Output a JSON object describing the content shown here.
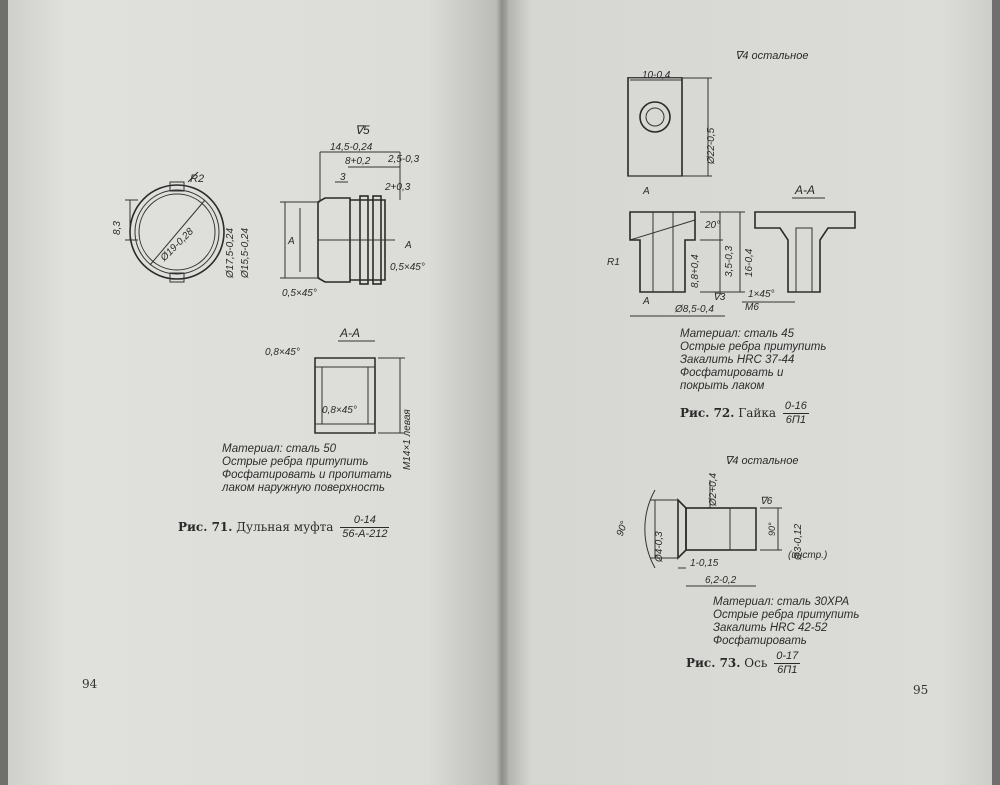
{
  "left_page": {
    "page_number": "94",
    "figure_71": {
      "surface_mark": "∇5",
      "dims": {
        "d_outer": "Ø17,5-0,24",
        "d_inner": "Ø15,5-0,24",
        "d_bore": "Ø19-0,28",
        "r": "R2",
        "h": "8,3",
        "total": "14,5-0,24",
        "a": "8+0,2",
        "b": "2,5-0,3",
        "c": "3",
        "d": "2+0,3",
        "ch1": "0,5×45°",
        "ch2": "0,5×45°",
        "sec_letter": "A"
      },
      "section": {
        "title": "A-A",
        "ch_top": "0,8×45°",
        "ch_in": "0,8×45°",
        "thread": "M14×1 левая"
      },
      "notes": [
        "Материал: сталь 50",
        "Острые ребра притупить",
        "Фосфатировать и пропитать",
        "лаком наружную поверхность"
      ],
      "caption": {
        "label": "Рис. 71.",
        "name": "Дульная муфта",
        "num": "0-14",
        "den": "56-А-212"
      }
    }
  },
  "right_page": {
    "page_number": "95",
    "figure_72": {
      "surface_mark": "∇4 остальное",
      "dims": {
        "w": "10-0,4",
        "d": "Ø22-0,5",
        "angle": "20°",
        "h1": "3,5-0,3",
        "h2": "16-0,4",
        "h3": "8,8+0,4",
        "r": "R1",
        "d_bot": "Ø8,5-0,4",
        "mark3": "∇3",
        "ch": "1×45°",
        "thread": "M6",
        "sec_letter": "A"
      },
      "section_title": "A-A",
      "notes": [
        "Материал: сталь 45",
        "Острые ребра притупить",
        "Закалить HRC 37-44",
        "Фосфатировать и",
        "покрыть лаком"
      ],
      "caption": {
        "label": "Рис. 72.",
        "name": "Гайка",
        "num": "0-16",
        "den": "6П1"
      }
    },
    "figure_73": {
      "surface_mark": "∇4 остальное",
      "dims": {
        "angle": "90°",
        "d_head": "Ø4-0,3",
        "d_pin": "Ø2+0,4",
        "d_shaft": "Ø3-0,12",
        "angle2": "90°",
        "mark6": "∇6",
        "instr": "(инстр.)",
        "l1": "1-0,15",
        "l2": "6,2-0,2"
      },
      "notes": [
        "Материал: сталь 30ХРА",
        "Острые ребра притупить",
        "Закалить HRC 42-52",
        "Фосфатировать"
      ],
      "caption": {
        "label": "Рис. 73.",
        "name": "Ось",
        "num": "0-17",
        "den": "6П1"
      }
    }
  }
}
